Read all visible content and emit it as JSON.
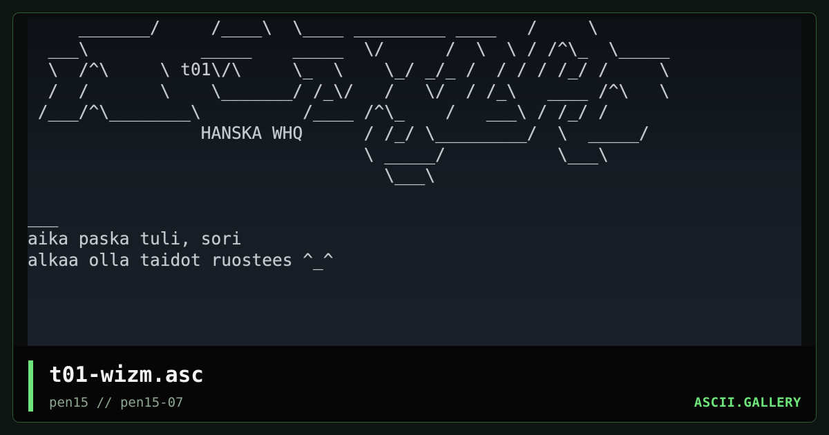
{
  "art": {
    "text": "     _______/     /____\\  \\____ _________ ____   /     \\\n  ___\\           _____    _____  \\/      /  \\  \\ / /^\\_  \\_____\n  \\  /^\\     \\ t01\\/\\     \\_  \\    \\_/ _/_ /  / / / /_/ /     \\\n  /  /       \\    \\_______/ /_\\/   /   \\/  / /_\\   ____ /^\\   \\\n /___/^\\________\\          /____ /^\\_    /   ___\\ / /_/ /\n                 HANSKA WHQ      / /_/ \\_________/  \\  _____/\n                                 \\ _____/           \\___\\\n                                   \\___\\\n\n___\naika paska tuli, sori\nalkaa olla taidot ruostees ^_^"
  },
  "footer": {
    "title": "t01-wizm.asc",
    "subtitle": "pen15 // pen15-07",
    "brand": "ASCII.GALLERY"
  },
  "colors": {
    "accent": "#6de57a",
    "border": "#2e5a34",
    "art_text": "#c7ccd3"
  }
}
